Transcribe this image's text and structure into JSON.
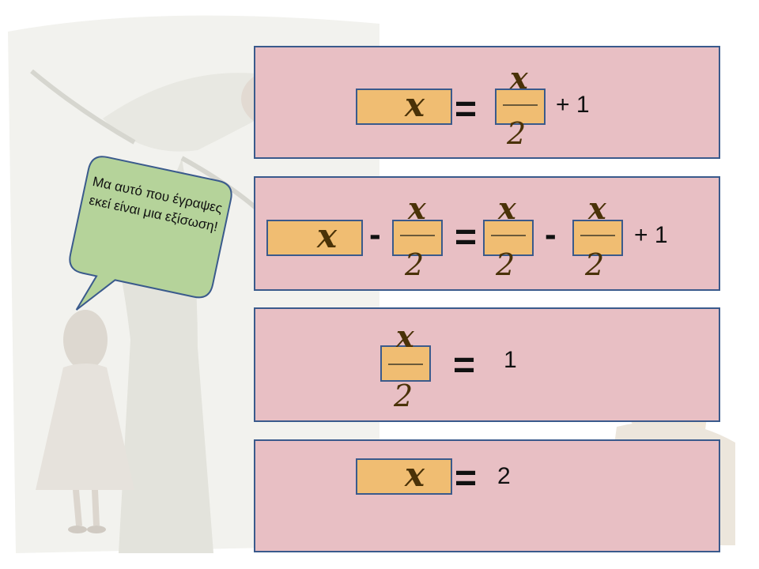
{
  "speech_bubble": {
    "text": "Μα αυτό που έγραψες εκεί είναι μια εξίσωση!"
  },
  "equations": {
    "variable": "x",
    "denominator": "2",
    "equals": "=",
    "minus": "-",
    "step1": {
      "rhs_term": "+ 1"
    },
    "step2": {
      "rhs_term": "+ 1"
    },
    "step3": {
      "rhs": "1"
    },
    "step4": {
      "rhs": "2"
    }
  }
}
